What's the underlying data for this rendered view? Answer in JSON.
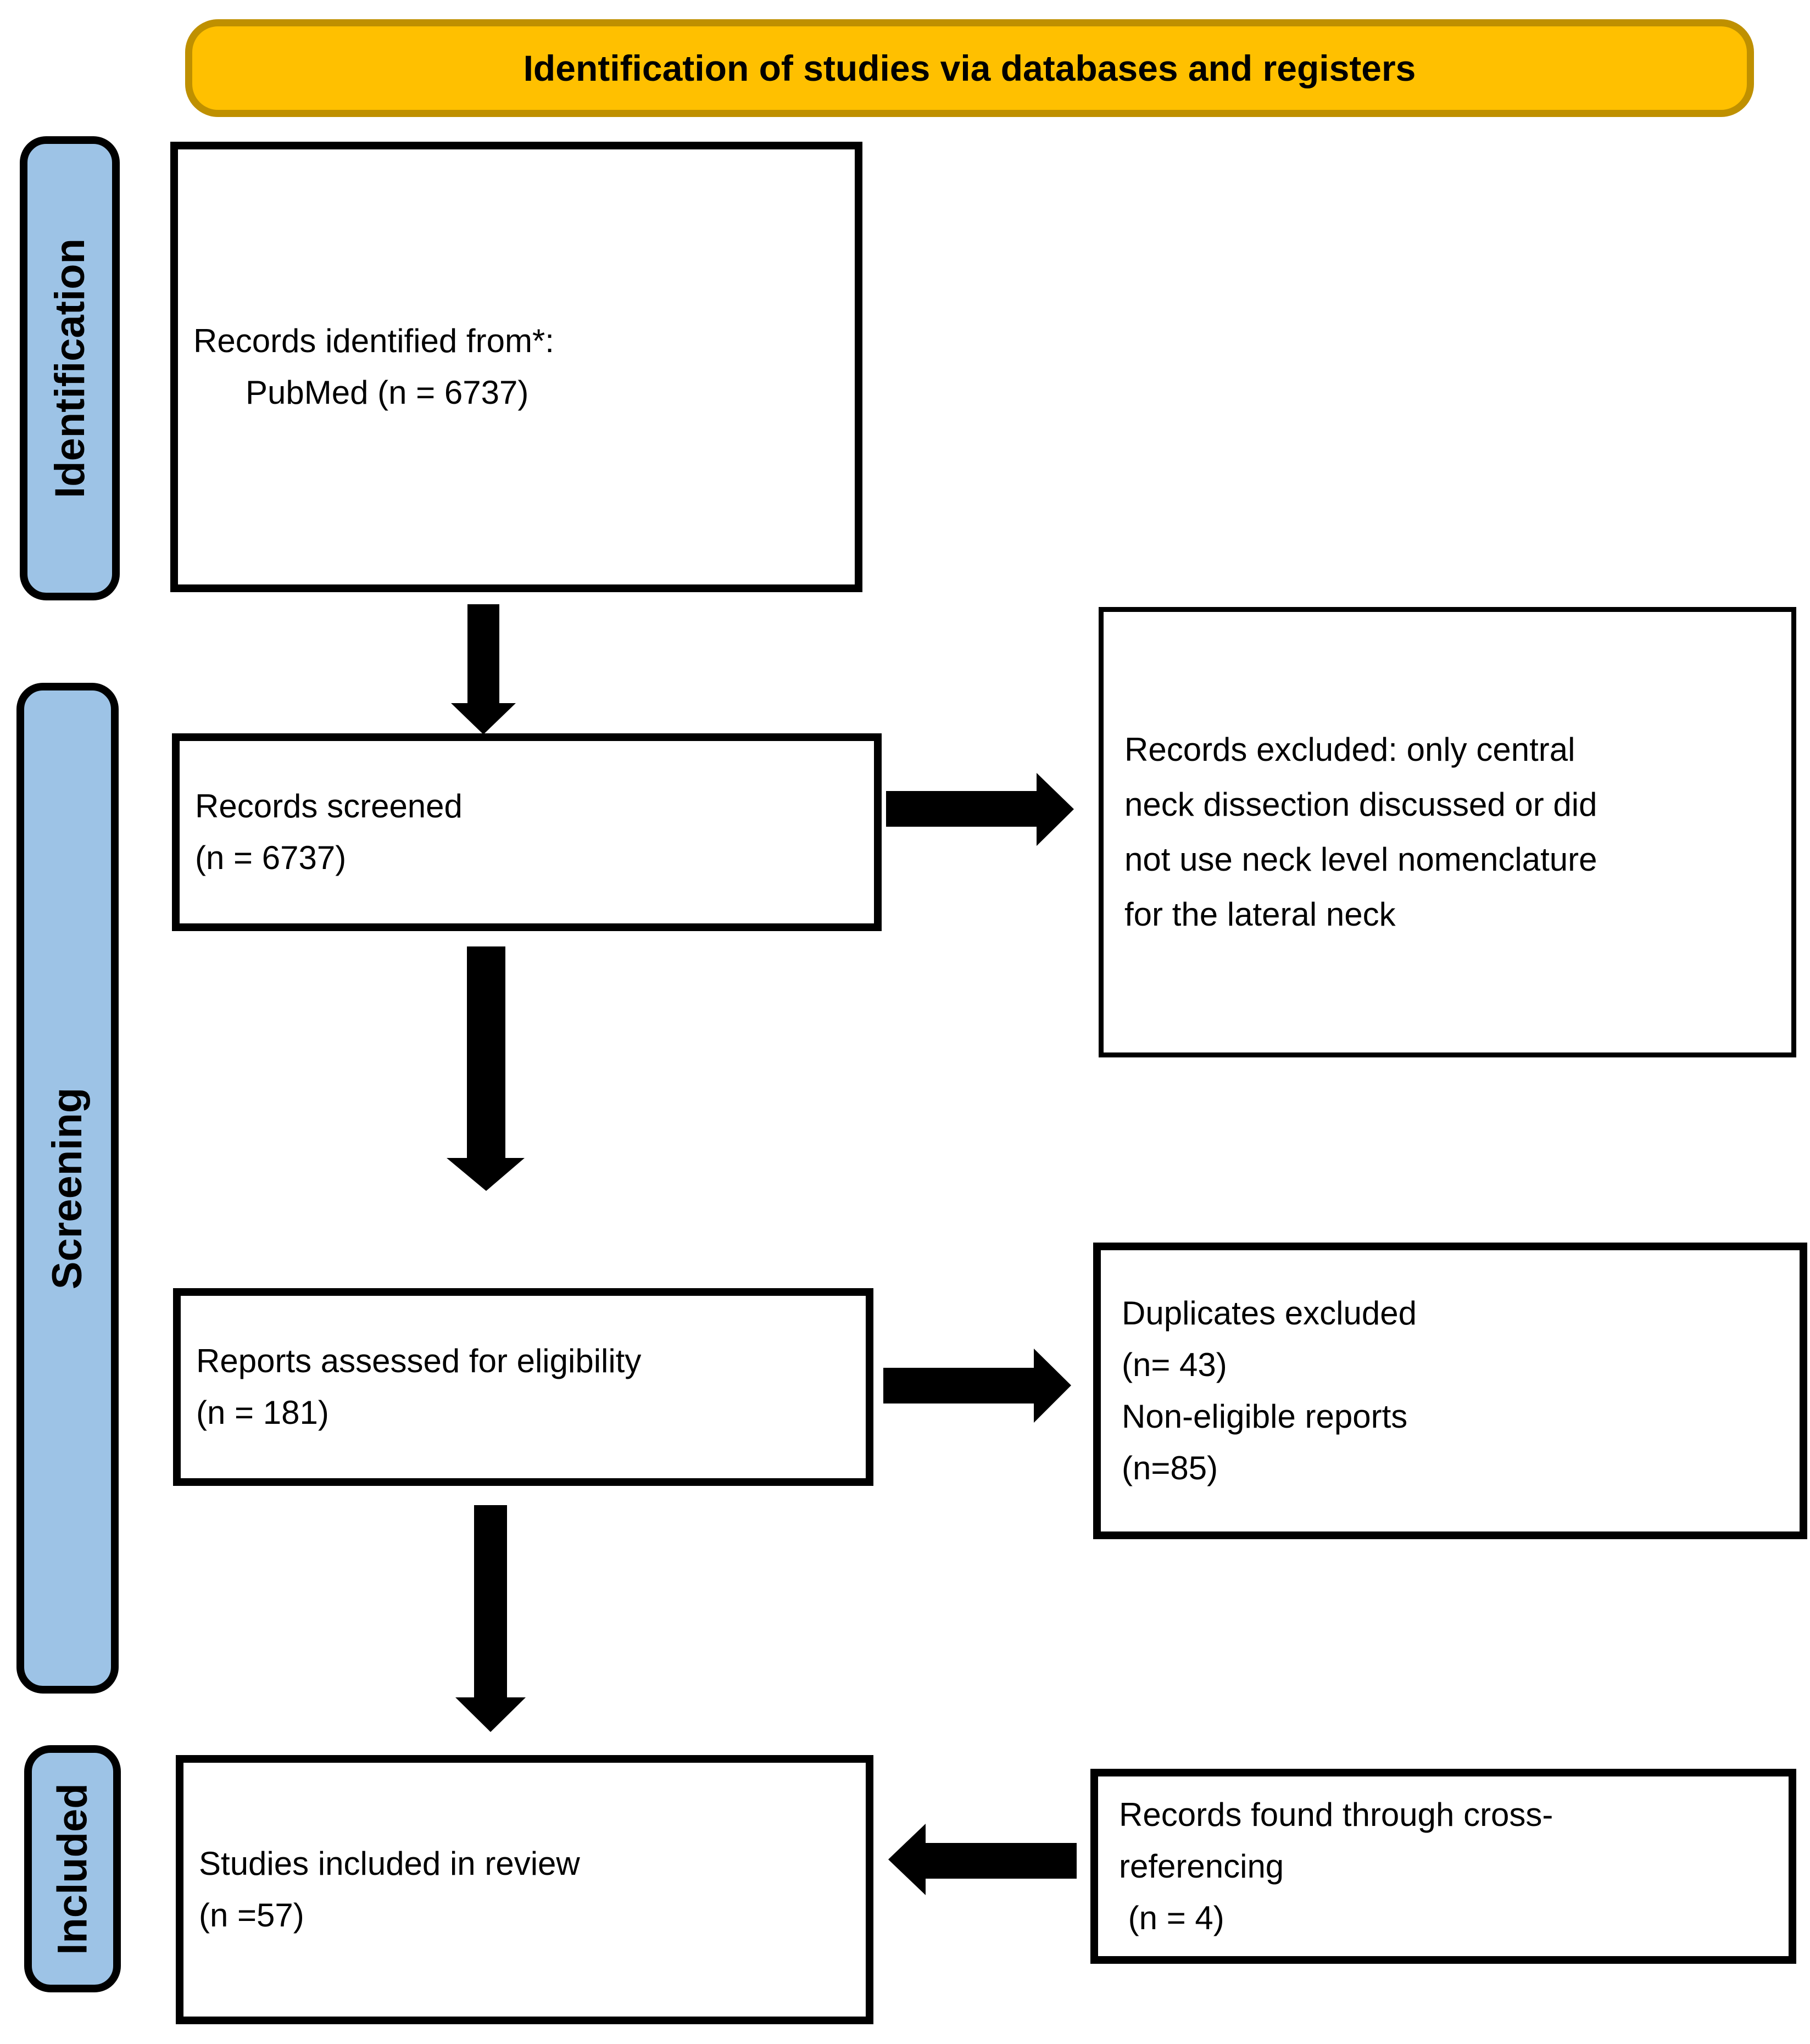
{
  "banner": {
    "label": "Identification of studies via databases and registers"
  },
  "stages": [
    {
      "label": "Identification"
    },
    {
      "label": "Screening"
    },
    {
      "label": "Included"
    }
  ],
  "boxes": {
    "identified": {
      "lines": [
        "Records identified from*:",
        "PubMed (n = 6737)"
      ]
    },
    "screened": {
      "lines": [
        "Records screened",
        "(n = 6737)"
      ]
    },
    "excluded": {
      "lines": [
        "Records excluded: only central",
        "neck dissection discussed or did",
        "not use neck level nomenclature",
        "for the lateral neck"
      ]
    },
    "assessed": {
      "lines": [
        "Reports assessed for eligibility",
        "(n = 181)"
      ]
    },
    "duplicates": {
      "lines": [
        "Duplicates excluded",
        "(n= 43)",
        "Non-eligible reports",
        "(n=85)"
      ]
    },
    "included_review": {
      "lines": [
        "Studies included in review",
        "(n =57)"
      ]
    },
    "crossref": {
      "lines": [
        "Records found through cross-",
        "referencing",
        " (n = 4)"
      ]
    }
  },
  "colors": {
    "banner_fill": "#FFC000",
    "banner_border": "#BF9000",
    "stage_fill": "#9DC3E6",
    "box_fill": "#FFFFFF",
    "line_and_arrow": "#000000"
  }
}
